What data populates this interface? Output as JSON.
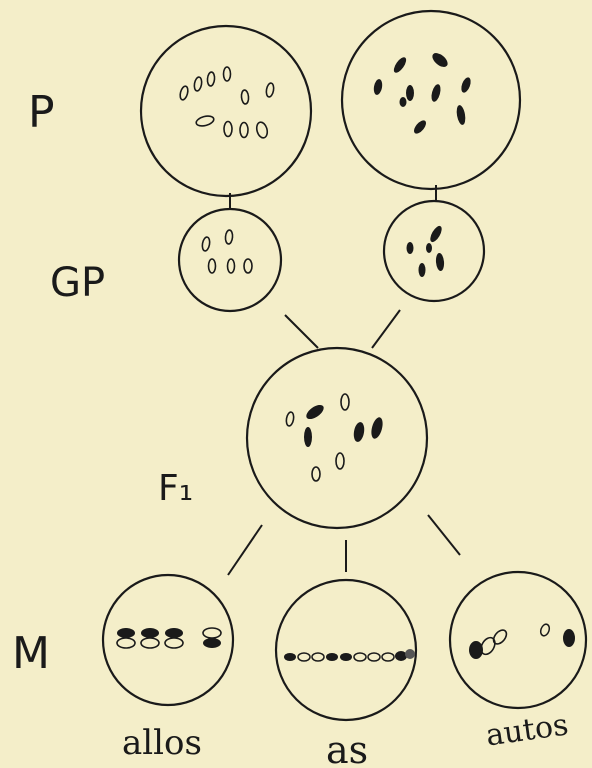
{
  "generation_labels": {
    "p": "P",
    "gp": "GP",
    "f1": "F₁",
    "m": "M"
  },
  "meiosis_labels": {
    "left": "allos",
    "middle": "as",
    "right": "autos"
  },
  "colors": {
    "paper": "#f4eec9",
    "ink": "#1a1a1a"
  }
}
